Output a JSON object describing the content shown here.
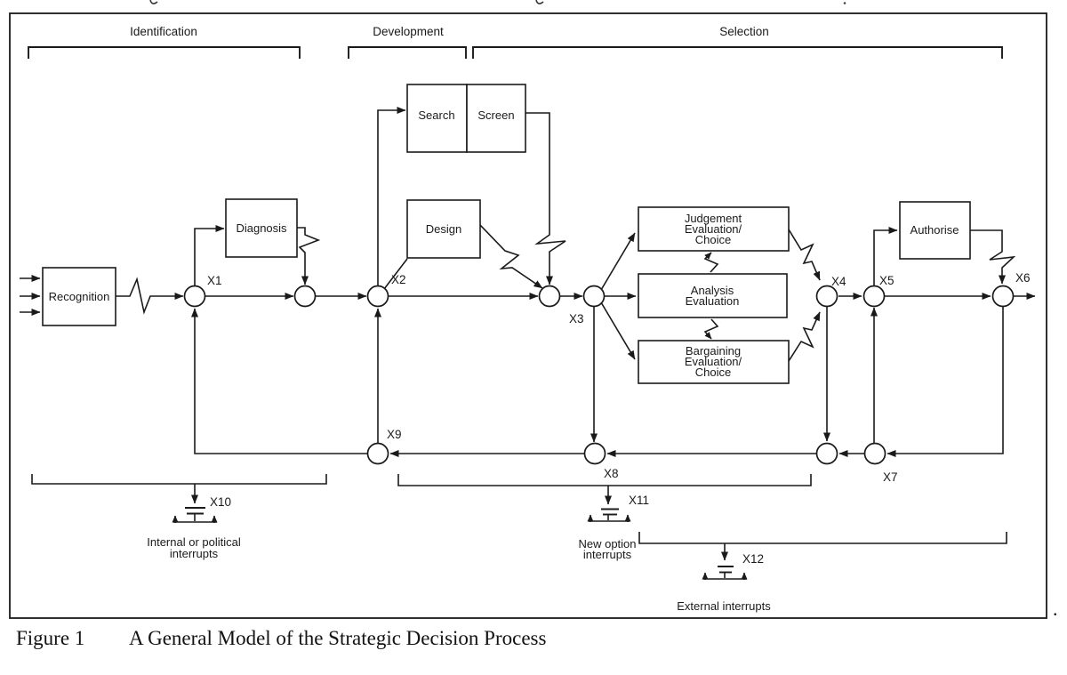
{
  "figure": {
    "phases": {
      "identification": "Identification",
      "development": "Development",
      "selection": "Selection"
    },
    "boxes": {
      "recognition": [
        "Recognition"
      ],
      "diagnosis": [
        "Diagnosis"
      ],
      "search": [
        "Search"
      ],
      "screen": [
        "Screen"
      ],
      "design": [
        "Design"
      ],
      "judgement": [
        "Judgement",
        "Evaluation/",
        "Choice"
      ],
      "analysis": [
        "Analysis",
        "Evaluation"
      ],
      "bargaining": [
        "Bargaining",
        "Evaluation/",
        "Choice"
      ],
      "authorise": [
        "Authorise"
      ]
    },
    "nodes": {
      "x1": "X1",
      "x2": "X2",
      "x3": "X3",
      "x4": "X4",
      "x5": "X5",
      "x6": "X6",
      "x7": "X7",
      "x8": "X8",
      "x9": "X9"
    },
    "interrupts": {
      "x10": {
        "label": "X10",
        "lines": [
          "Internal or political",
          "interrupts"
        ]
      },
      "x11": {
        "label": "X11",
        "lines": [
          "New option",
          "interrupts"
        ]
      },
      "x12": {
        "label": "X12",
        "lines": [
          "External interrupts"
        ]
      }
    },
    "caption": {
      "number": "Figure 1",
      "title": "A General Model of the Strategic Decision Process"
    },
    "stray_period": "."
  }
}
